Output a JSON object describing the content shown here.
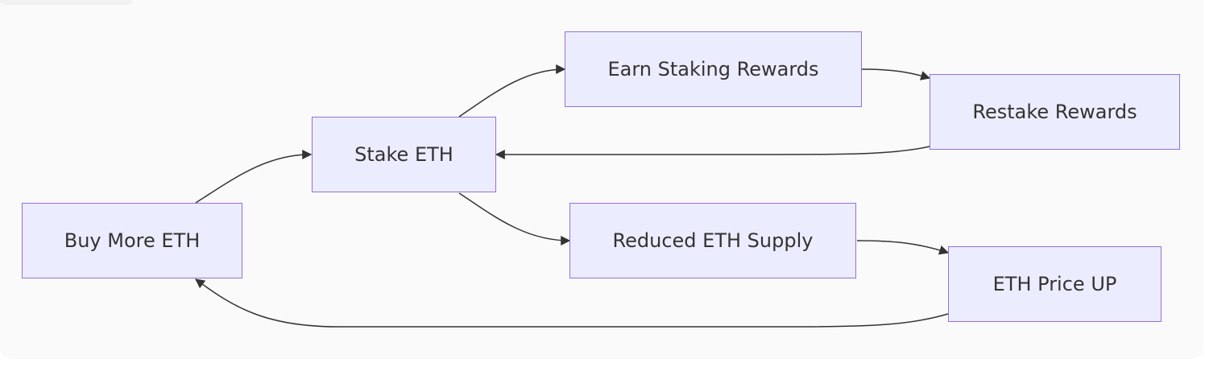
{
  "diagram": {
    "type": "flowchart",
    "colors": {
      "node_fill": "#ececff",
      "node_stroke": "#9370db",
      "edge": "#333333",
      "text": "#333333",
      "background": "#fafafa"
    },
    "nodes": {
      "buy_more_eth": "Buy More ETH",
      "stake_eth": "Stake ETH",
      "earn_staking_rewards": "Earn Staking Rewards",
      "restake_rewards": "Restake Rewards",
      "reduced_eth_supply": "Reduced ETH Supply",
      "eth_price_up": "ETH Price UP"
    },
    "edges": [
      {
        "from": "Buy More ETH",
        "to": "Stake ETH"
      },
      {
        "from": "Stake ETH",
        "to": "Earn Staking Rewards"
      },
      {
        "from": "Earn Staking Rewards",
        "to": "Restake Rewards"
      },
      {
        "from": "Restake Rewards",
        "to": "Stake ETH"
      },
      {
        "from": "Stake ETH",
        "to": "Reduced ETH Supply"
      },
      {
        "from": "Reduced ETH Supply",
        "to": "ETH Price UP"
      },
      {
        "from": "ETH Price UP",
        "to": "Buy More ETH"
      }
    ]
  }
}
